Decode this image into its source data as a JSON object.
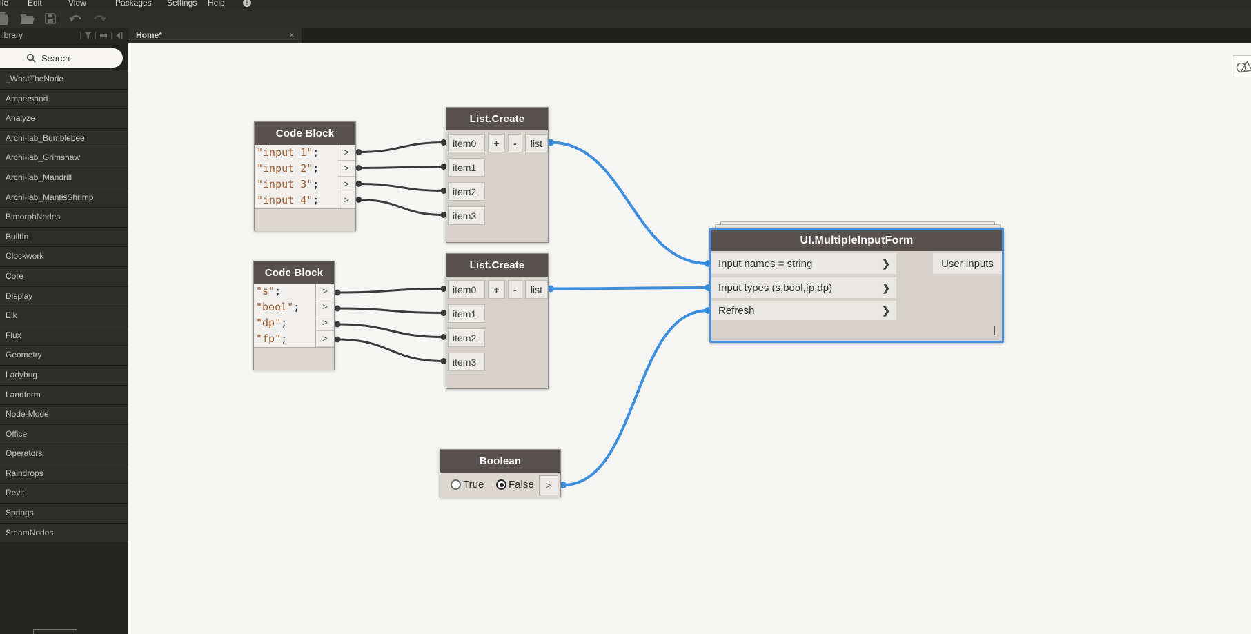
{
  "colors": {
    "accent_blue": "#3D8EDD",
    "selection_blue": "#4A90D9",
    "wire_dark": "#3A3A3A",
    "node_header_gray": "#56514E",
    "canvas_bg": "#F5F5F3",
    "panel_bg": "#262624",
    "code_string_brown": "#9C5A2E"
  },
  "menu_bar": {
    "items": [
      "ile",
      "Edit",
      "View",
      "Packages",
      "Settings",
      "Help"
    ],
    "info_icon": "!"
  },
  "toolbar": {
    "icons": [
      "new-file-icon",
      "open-folder-icon",
      "save-icon",
      "undo-icon",
      "redo-icon"
    ]
  },
  "tab_bar": {
    "active_tab": "Home*",
    "close_glyph": "×"
  },
  "library": {
    "title": "ibrary",
    "search_placeholder": "Search",
    "items": [
      "_WhatTheNode",
      "Ampersand",
      "Analyze",
      "Archi-lab_Bumblebee",
      "Archi-lab_Grimshaw",
      "Archi-lab_Mandrill",
      "Archi-lab_MantisShrimp",
      "BimorphNodes",
      "BuiltIn",
      "Clockwork",
      "Core",
      "Display",
      "Elk",
      "Flux",
      "Geometry",
      "Ladybug",
      "Landform",
      "Node-Mode",
      "Office",
      "Operators",
      "Raindrops",
      "Revit",
      "Springs",
      "SteamNodes"
    ]
  },
  "nodes": {
    "code_block_1": {
      "title": "Code Block",
      "lines": [
        "\"input 1\"",
        "\"input 2\"",
        "\"input 3\"",
        "\"input 4\""
      ],
      "line_end": ";",
      "port_glyph": ">"
    },
    "list_create_1": {
      "title": "List.Create",
      "inputs": [
        "item0",
        "item1",
        "item2",
        "item3"
      ],
      "add_button": "+",
      "remove_button": "-",
      "output": "list"
    },
    "code_block_2": {
      "title": "Code Block",
      "lines": [
        "\"s\"",
        "\"bool\"",
        "\"dp\"",
        "\"fp\""
      ],
      "line_end": ";",
      "port_glyph": ">"
    },
    "list_create_2": {
      "title": "List.Create",
      "inputs": [
        "item0",
        "item1",
        "item2",
        "item3"
      ],
      "add_button": "+",
      "remove_button": "-",
      "output": "list"
    },
    "boolean": {
      "title": "Boolean",
      "option_true": "True",
      "option_false": "False",
      "selected": "False",
      "port_glyph": ">"
    },
    "ui_multiple_input_form": {
      "title": "UI.MultipleInputForm",
      "inputs": [
        "Input names = string",
        "Input types (s,bool,fp,dp)",
        "Refresh"
      ],
      "output": "User inputs",
      "chevron_glyph": "❯"
    }
  }
}
